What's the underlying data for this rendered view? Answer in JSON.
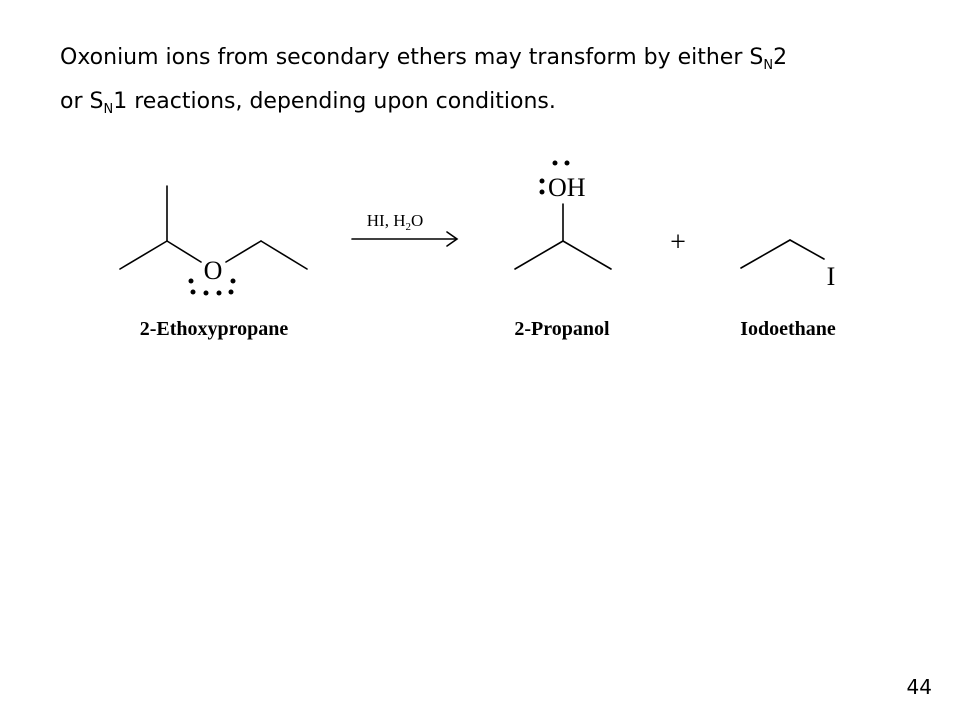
{
  "slide": {
    "intro": {
      "line1_pre": "Oxonium ions from secondary ethers may transform by either S",
      "line1_sub": "N",
      "line1_post": "2",
      "line2_pre": "or S",
      "line2_sub": "N",
      "line2_post": "1 reactions, depending upon conditions."
    },
    "page_number": "44"
  },
  "scheme": {
    "reactant": {
      "atom_o": "O",
      "name": "2-Ethoxypropane"
    },
    "reagent": {
      "pre": "HI, H",
      "sub": "2",
      "post": "O"
    },
    "product1": {
      "atom_oh": "OH",
      "name": "2-Propanol"
    },
    "plus": "+",
    "product2": {
      "atom_i": "I",
      "name": "Iodoethane"
    }
  }
}
